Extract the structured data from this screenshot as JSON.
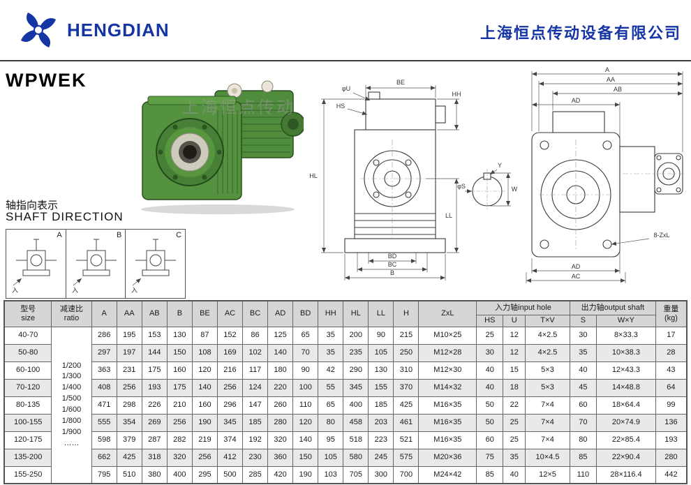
{
  "header": {
    "brand": "HENGDIAN",
    "company": "上海恒点传动设备有限公司"
  },
  "titles": {
    "model": "WPWEK",
    "shaft_cn": "轴指向表示",
    "shaft_en": "SHAFT DIRECTION",
    "watermark": "上海恒点传动"
  },
  "shaft_diagrams": {
    "labels": [
      "A",
      "B",
      "C"
    ],
    "arrow_label": "入"
  },
  "drawings": {
    "front": {
      "be": "BE",
      "u": "φU",
      "hs": "HS",
      "hh": "HH",
      "hl": "HL",
      "ll": "LL",
      "bd": "BD",
      "bc": "BC",
      "b": "B"
    },
    "section": {
      "y": "Y",
      "w": "W",
      "s": "φS"
    },
    "side": {
      "a": "A",
      "aa": "AA",
      "ab": "AB",
      "ad_top": "AD",
      "ad_bottom": "AD",
      "ac": "AC",
      "zxl": "8-ZxL"
    }
  },
  "table": {
    "size_cn": "型号",
    "size_en": "size",
    "ratio_cn": "减速比",
    "ratio_en": "ratio",
    "dim_cols": [
      "A",
      "AA",
      "AB",
      "B",
      "BE",
      "AC",
      "BC",
      "AD",
      "BD",
      "HH",
      "HL",
      "LL",
      "H",
      "ZxL"
    ],
    "input_group": "入力轴input hole",
    "input_cols": [
      "HS",
      "U",
      "T×V"
    ],
    "output_group": "出力轴output shaft",
    "output_cols": [
      "S",
      "W×Y"
    ],
    "weight_cn": "重量",
    "weight_en": "(kg)",
    "ratio_lines": [
      "1/200",
      "1/300",
      "1/400",
      "1/500",
      "1/600",
      "1/800",
      "1/900",
      "……"
    ],
    "rows": [
      {
        "size": "40-70",
        "cells": [
          "286",
          "195",
          "153",
          "130",
          "87",
          "152",
          "86",
          "125",
          "65",
          "35",
          "200",
          "90",
          "215",
          "M10×25",
          "25",
          "12",
          "4×2.5",
          "30",
          "8×33.3",
          "17"
        ]
      },
      {
        "size": "50-80",
        "cells": [
          "297",
          "197",
          "144",
          "150",
          "108",
          "169",
          "102",
          "140",
          "70",
          "35",
          "235",
          "105",
          "250",
          "M12×28",
          "30",
          "12",
          "4×2.5",
          "35",
          "10×38.3",
          "28"
        ]
      },
      {
        "size": "60-100",
        "cells": [
          "363",
          "231",
          "175",
          "160",
          "120",
          "216",
          "117",
          "180",
          "90",
          "42",
          "290",
          "130",
          "310",
          "M12×30",
          "40",
          "15",
          "5×3",
          "40",
          "12×43.3",
          "43"
        ]
      },
      {
        "size": "70-120",
        "cells": [
          "408",
          "256",
          "193",
          "175",
          "140",
          "256",
          "124",
          "220",
          "100",
          "55",
          "345",
          "155",
          "370",
          "M14×32",
          "40",
          "18",
          "5×3",
          "45",
          "14×48.8",
          "64"
        ]
      },
      {
        "size": "80-135",
        "cells": [
          "471",
          "298",
          "226",
          "210",
          "160",
          "296",
          "147",
          "260",
          "110",
          "65",
          "400",
          "185",
          "425",
          "M16×35",
          "50",
          "22",
          "7×4",
          "60",
          "18×64.4",
          "99"
        ]
      },
      {
        "size": "100-155",
        "cells": [
          "555",
          "354",
          "269",
          "256",
          "190",
          "345",
          "185",
          "280",
          "120",
          "80",
          "458",
          "203",
          "461",
          "M16×35",
          "50",
          "25",
          "7×4",
          "70",
          "20×74.9",
          "136"
        ]
      },
      {
        "size": "120-175",
        "cells": [
          "598",
          "379",
          "287",
          "282",
          "219",
          "374",
          "192",
          "320",
          "140",
          "95",
          "518",
          "223",
          "521",
          "M16×35",
          "60",
          "25",
          "7×4",
          "80",
          "22×85.4",
          "193"
        ]
      },
      {
        "size": "135-200",
        "cells": [
          "662",
          "425",
          "318",
          "320",
          "256",
          "412",
          "230",
          "360",
          "150",
          "105",
          "580",
          "245",
          "575",
          "M20×36",
          "75",
          "35",
          "10×4.5",
          "85",
          "22×90.4",
          "280"
        ]
      },
      {
        "size": "155-250",
        "cells": [
          "795",
          "510",
          "380",
          "400",
          "295",
          "500",
          "285",
          "420",
          "190",
          "103",
          "705",
          "300",
          "700",
          "M24×42",
          "85",
          "40",
          "12×5",
          "110",
          "28×116.4",
          "442"
        ]
      }
    ]
  }
}
